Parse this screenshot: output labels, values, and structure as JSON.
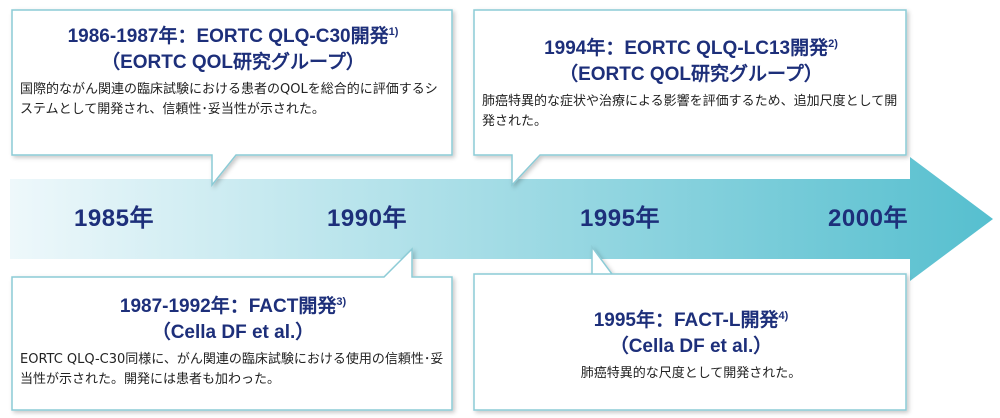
{
  "colors": {
    "arrow_light": "#eef8fb",
    "arrow_dark": "#56bfcf",
    "box_border": "#8ccbd6",
    "title": "#1d2f7a",
    "text": "#222222"
  },
  "timeline": {
    "years": [
      "1985年",
      "1990年",
      "1995年",
      "2000年"
    ]
  },
  "events": [
    {
      "title_line1": "1986-1987年：EORTC QLQ-C30開発",
      "ref": "1)",
      "title_line2": "（EORTC QOL研究グループ）",
      "description": "国際的ながん関連の臨床試験における患者のQOLを総合的に評価するシステムとして開発され、信頼性･妥当性が示された。"
    },
    {
      "title_line1": "1994年：EORTC QLQ-LC13開発",
      "ref": "2)",
      "title_line2": "（EORTC QOL研究グループ）",
      "description": "肺癌特異的な症状や治療による影響を評価するため、追加尺度として開発された。"
    },
    {
      "title_line1": "1987-1992年：FACT開発",
      "ref": "3)",
      "title_line2": "（Cella DF et al.）",
      "description": "EORTC QLQ-C30同様に、がん関連の臨床試験における使用の信頼性･妥当性が示された。開発には患者も加わった。"
    },
    {
      "title_line1": "1995年：FACT-L開発",
      "ref": "4)",
      "title_line2": "（Cella DF et al.）",
      "description": "肺癌特異的な尺度として開発された。"
    }
  ]
}
